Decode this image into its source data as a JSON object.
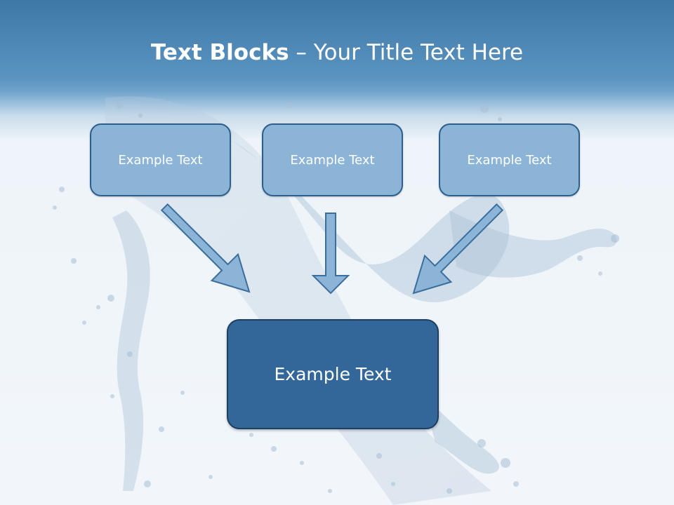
{
  "title": {
    "bold": "Text Blocks",
    "separator": " – ",
    "rest": "Your Title Text Here"
  },
  "blocks": [
    {
      "label": "Example Text"
    },
    {
      "label": "Example Text"
    },
    {
      "label": "Example Text"
    }
  ],
  "main_block": {
    "label": "Example Text"
  },
  "colors": {
    "header": "#4a86b5",
    "small_box_fill": "#8cb4d7",
    "small_box_border": "#2e5f8c",
    "main_box_fill": "#336699",
    "arrow_fill": "#8cb4d7",
    "arrow_stroke": "#3a6e9c"
  }
}
